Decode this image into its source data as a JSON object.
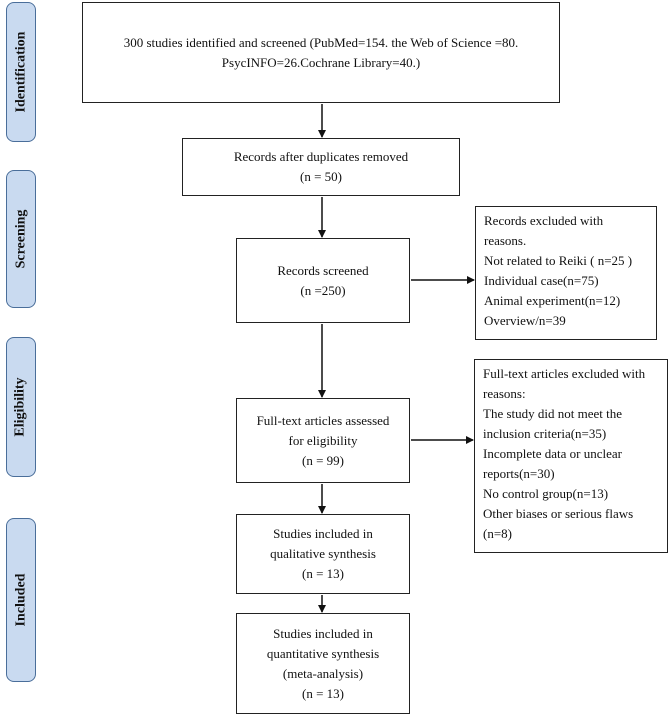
{
  "stages": {
    "identification": "Identification",
    "screening": "Screening",
    "eligibility": "Eligibility",
    "included": "Included"
  },
  "boxes": {
    "identified": {
      "line1": "300 studies identified and screened (PubMed=154. the Web of Science =80.",
      "line2": "PsycINFO=26.Cochrane Library=40.)"
    },
    "duplicates": {
      "line1": "Records after duplicates removed",
      "line2": "(n = 50)"
    },
    "screened": {
      "line1": "Records screened",
      "line2": "(n =250)"
    },
    "excluded_records": {
      "lines": [
        "Records excluded with",
        "reasons.",
        "Not related to Reiki ( n=25 )",
        "Individual case(n=75)",
        "Animal experiment(n=12)",
        "Overview/n=39"
      ]
    },
    "fulltext": {
      "line1": "Full-text articles assessed",
      "line2": "for eligibility",
      "line3": "(n = 99)"
    },
    "excluded_fulltext": {
      "lines": [
        "Full-text articles excluded with",
        "reasons:",
        "The study did not meet the",
        "inclusion criteria(n=35)",
        "Incomplete data or unclear",
        "reports(n=30)",
        "No control group(n=13)",
        "Other biases or serious flaws",
        "(n=8)"
      ]
    },
    "qualitative": {
      "line1": "Studies included in",
      "line2": "qualitative synthesis",
      "line3": "(n = 13)"
    },
    "quantitative": {
      "line1": "Studies included in",
      "line2": "quantitative synthesis",
      "line3": "(meta-analysis)",
      "line4": "(n = 13)"
    }
  }
}
